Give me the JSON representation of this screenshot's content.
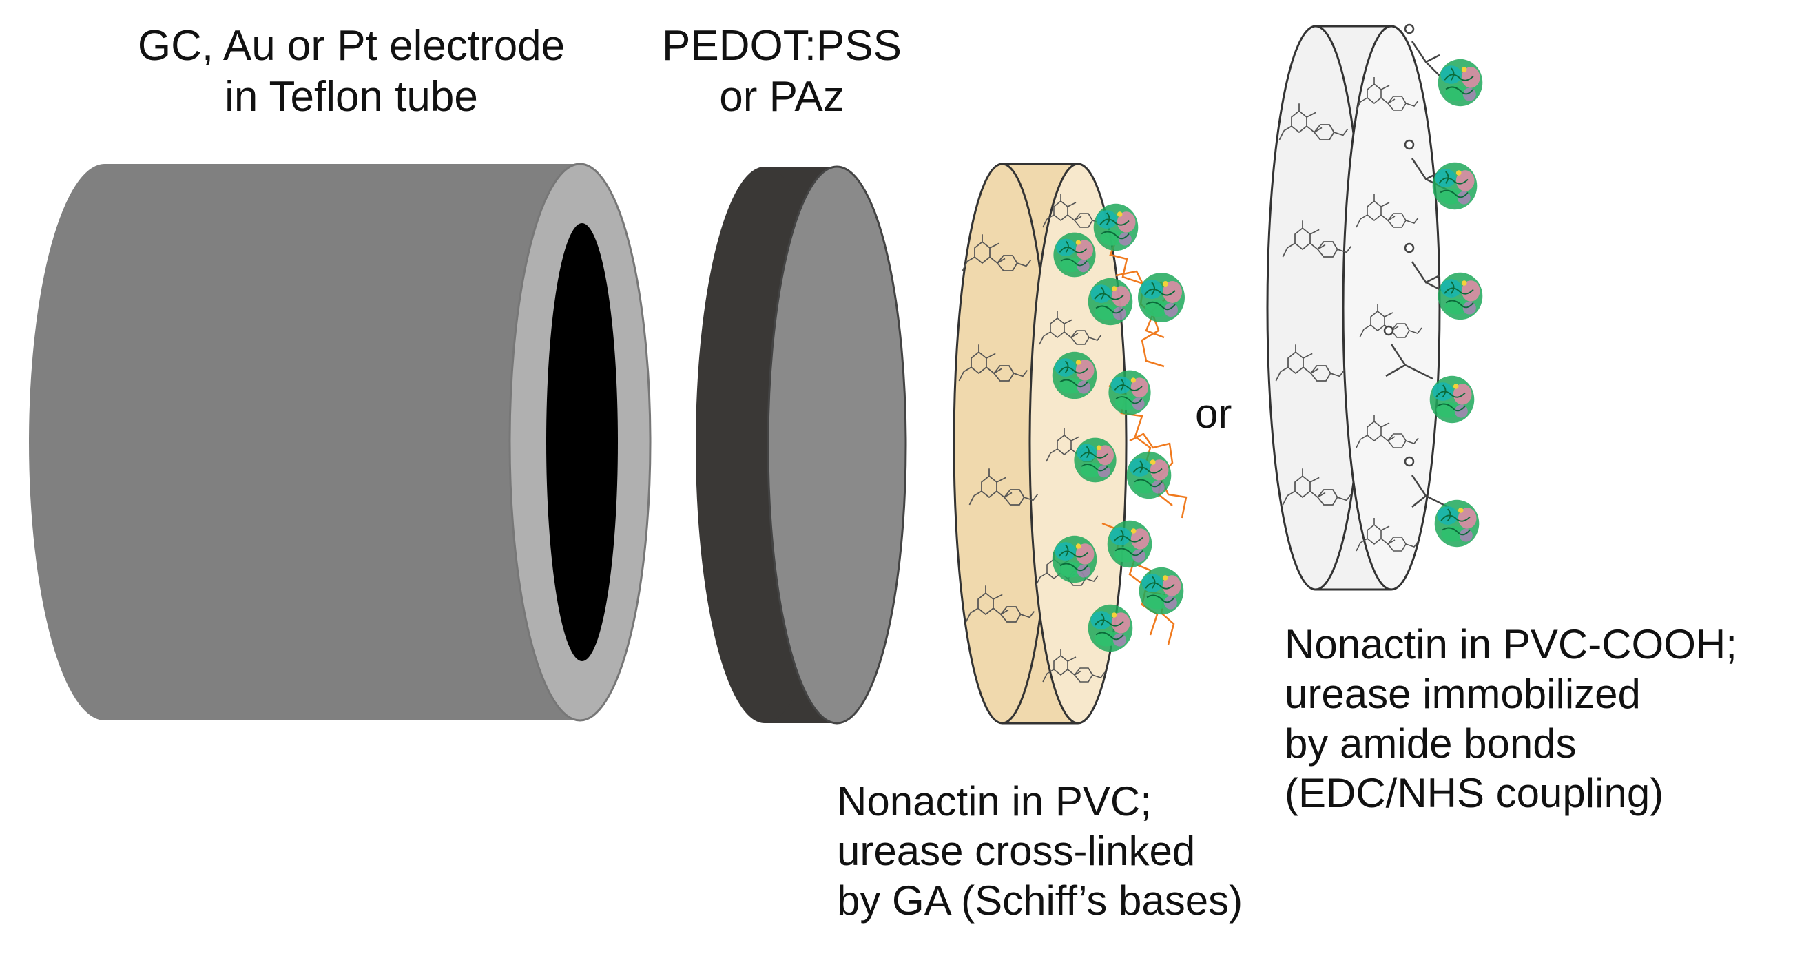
{
  "labels": {
    "electrode": [
      "GC, Au or Pt electrode",
      "in Teflon tube"
    ],
    "conducting_layer": [
      "PEDOT:PSS",
      "or PAz"
    ],
    "or": "or",
    "membrane_pvc": [
      "Nonactin in PVC;",
      "urease cross-linked",
      "by GA (Schiff’s bases)"
    ],
    "membrane_pvc_cooh": [
      "Nonactin in PVC-COOH;",
      "urease immobilized",
      "by amide bonds",
      "(EDC/NHS coupling)"
    ]
  },
  "colors": {
    "teflon_body": "#808080",
    "teflon_rim": "#b0b0b0",
    "electrode_core": "#000000",
    "layer_dark": "#3a3836",
    "layer_face": "#8a8a8a",
    "pvc_membrane": "#f0d9ad",
    "pvc_membrane_face": "#f7e8cc",
    "pvc_cooh_membrane": "#f2f2f2",
    "crosslink": "#f07a1e",
    "enzyme_green": "#1fa85a",
    "enzyme_teal": "#17b5b0",
    "enzyme_pink": "#e68aa8"
  }
}
